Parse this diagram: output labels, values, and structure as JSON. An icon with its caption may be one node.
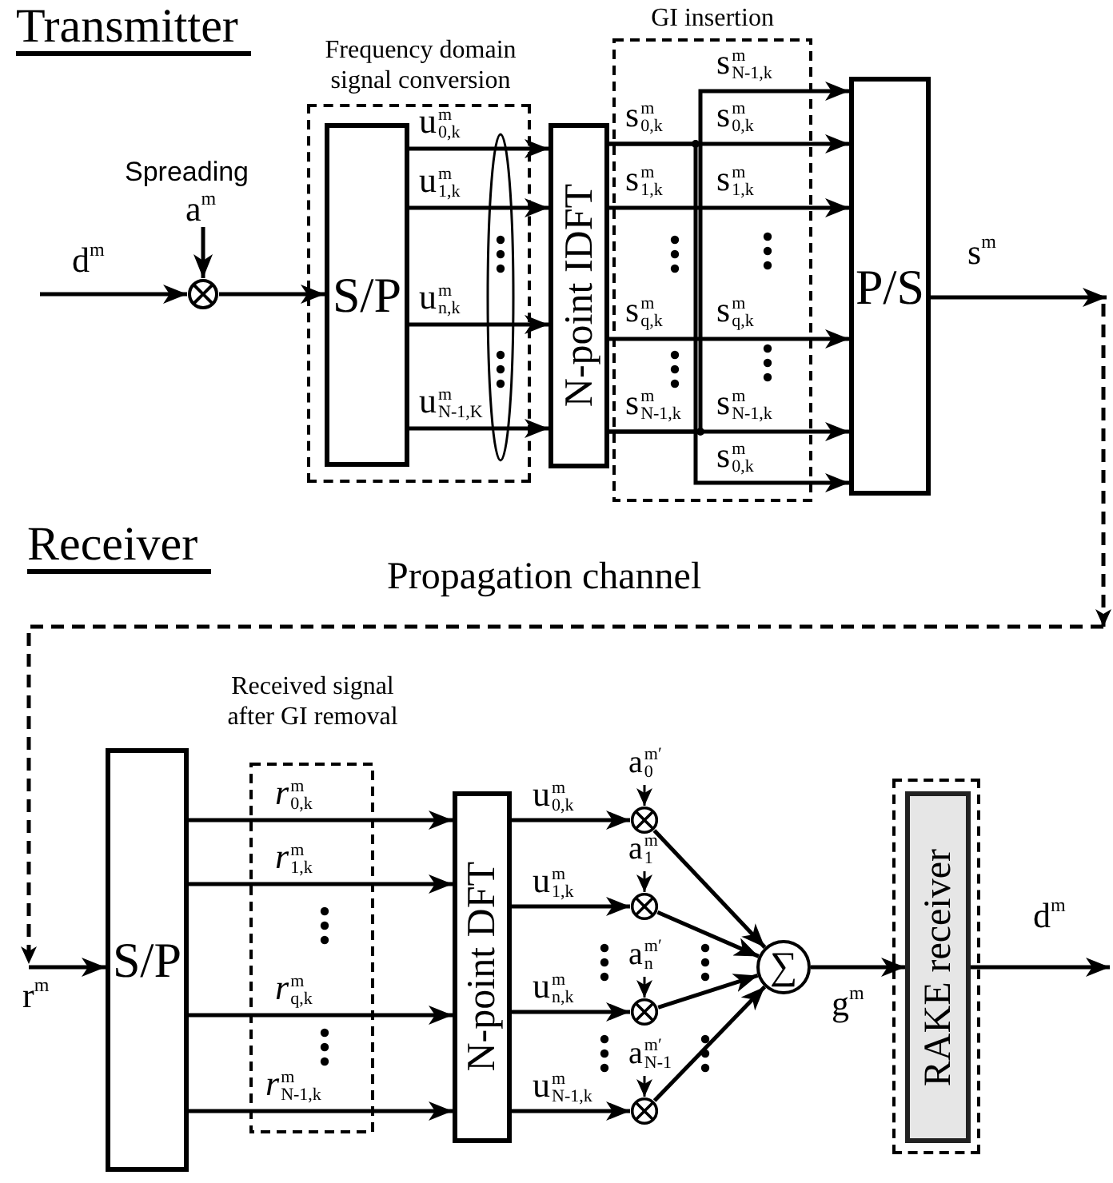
{
  "diagram": {
    "nodes": [
      {
        "text": [
          "Frequency domain signal conversion"
        ]
      },
      {
        "text": [
          "S/P"
        ],
        "in": 0
      },
      {
        "text": [
          "N-point IDFT"
        ]
      },
      {
        "text": [
          "P/S"
        ]
      },
      {
        "text": [],
        "shape": "circle",
        "beside": [
          "Spreading"
        ]
      },
      {
        "text": [
          "S/P"
        ]
      },
      {
        "text": [
          "N-point DFT"
        ]
      },
      {
        "text": [],
        "shape": "circle"
      },
      {
        "text": [],
        "shape": "circle"
      },
      {
        "text": [],
        "shape": "circle"
      },
      {
        "text": [],
        "shape": "circle"
      },
      {
        "text": [
          "∑"
        ]
      },
      {
        "text": [],
        "shape": "box"
      },
      {
        "text": [
          "RAKE receiver"
        ],
        "in": 12
      }
    ],
    "edges": [
      {
        "from": null,
        "to": 4,
        "arrow": "to",
        "label": "d$^{m}$"
      },
      {
        "from": null,
        "to": 4,
        "arrow": "to",
        "label": "a$^{m}$"
      },
      {
        "from": 4,
        "to": 1,
        "arrow": "to"
      },
      {
        "from": 1,
        "to": 2,
        "arrow": "to",
        "label": "u$^{m}$$_{0,k}$"
      },
      {
        "from": 1,
        "to": 2,
        "arrow": "to",
        "label": "u$^{m}$$_{1,k}$"
      },
      {
        "from": 1,
        "to": 2,
        "arrow": "to",
        "label": "u$^{m}$$_{n,k}$"
      },
      {
        "from": 1,
        "to": 2,
        "arrow": "to",
        "label": "u$^{m}$$_{N-1,K}$"
      },
      {
        "from": 2,
        "to": 3,
        "arrow": "to",
        "label": "s$^{m}$$_{N-1,k}$"
      },
      {
        "from": 2,
        "to": 3,
        "arrow": "to",
        "label": "s$^{m}$$_{0,k}$"
      },
      {
        "from": 2,
        "to": 3,
        "arrow": "to",
        "label": "s$^{m}$$_{1,k}$"
      },
      {
        "from": 2,
        "to": 3,
        "arrow": "to",
        "label": "s$^{m}$$_{q,k}$"
      },
      {
        "from": 2,
        "to": 3,
        "arrow": "to",
        "label": "s$^{m}$$_{N-1,k}$"
      },
      {
        "from": 2,
        "to": 3,
        "arrow": "to",
        "label": "s$^{m}$$_{0,k}$"
      },
      {
        "from": 3,
        "to": null,
        "arrow": "to",
        "label": "s$^{m}$"
      },
      {
        "from": null,
        "to": 5,
        "arrow": "to",
        "label": "r$^{m}$"
      },
      {
        "from": 5,
        "to": 6,
        "arrow": "to",
        "label": "*r*$^{m}$$_{0,k}$"
      },
      {
        "from": 5,
        "to": 6,
        "arrow": "to",
        "label": "*r*$^{m}$$_{1,k}$"
      },
      {
        "from": 5,
        "to": 6,
        "arrow": "to",
        "label": "*r*$^{m}$$_{q,k}$"
      },
      {
        "from": 5,
        "to": 6,
        "arrow": "to",
        "label": "*r*$^{m}$$_{N-1,k}$"
      },
      {
        "from": 6,
        "to": 7,
        "arrow": "to",
        "label": "u$^{m}$$_{0,k}$"
      },
      {
        "from": 6,
        "to": 8,
        "arrow": "to",
        "label": "u$^{m}$$_{1,k}$"
      },
      {
        "from": 6,
        "to": 9,
        "arrow": "to",
        "label": "u$^{m}$$_{n,k}$"
      },
      {
        "from": 6,
        "to": 10,
        "arrow": "to",
        "label": "u$^{m}$$_{N-1,k}$"
      },
      {
        "from": null,
        "to": 7,
        "arrow": "to",
        "label": "a$^{m′}$$_{0}$"
      },
      {
        "from": null,
        "to": 8,
        "arrow": "to",
        "label": "a$^{m′}$$_{1}$"
      },
      {
        "from": null,
        "to": 9,
        "arrow": "to",
        "label": "a$^{m′}$$_{n}$"
      },
      {
        "from": null,
        "to": 10,
        "arrow": "to",
        "label": "a$^{m′}$$_{N-1}$"
      },
      {
        "from": 7,
        "to": 11,
        "arrow": "to"
      },
      {
        "from": 8,
        "to": 11,
        "arrow": "to"
      },
      {
        "from": 9,
        "to": 11,
        "arrow": "to"
      },
      {
        "from": 10,
        "to": 11,
        "arrow": "to"
      },
      {
        "from": 11,
        "to": 13,
        "arrow": "to",
        "label": "g$^{m}$"
      },
      {
        "from": 13,
        "to": null,
        "arrow": "to",
        "label": "d$^{m}$"
      }
    ],
    "labels": [
      "Transmitter",
      "GI insertion",
      "s$^{m}$$_{0,k}$",
      "s$^{m}$$_{1,k}$",
      "s$^{m}$$_{q,k}$",
      "s$^{m}$$_{N-1,k}$",
      "Receiver",
      "Propagation channel",
      "Received signal after GI removal"
    ]
  }
}
